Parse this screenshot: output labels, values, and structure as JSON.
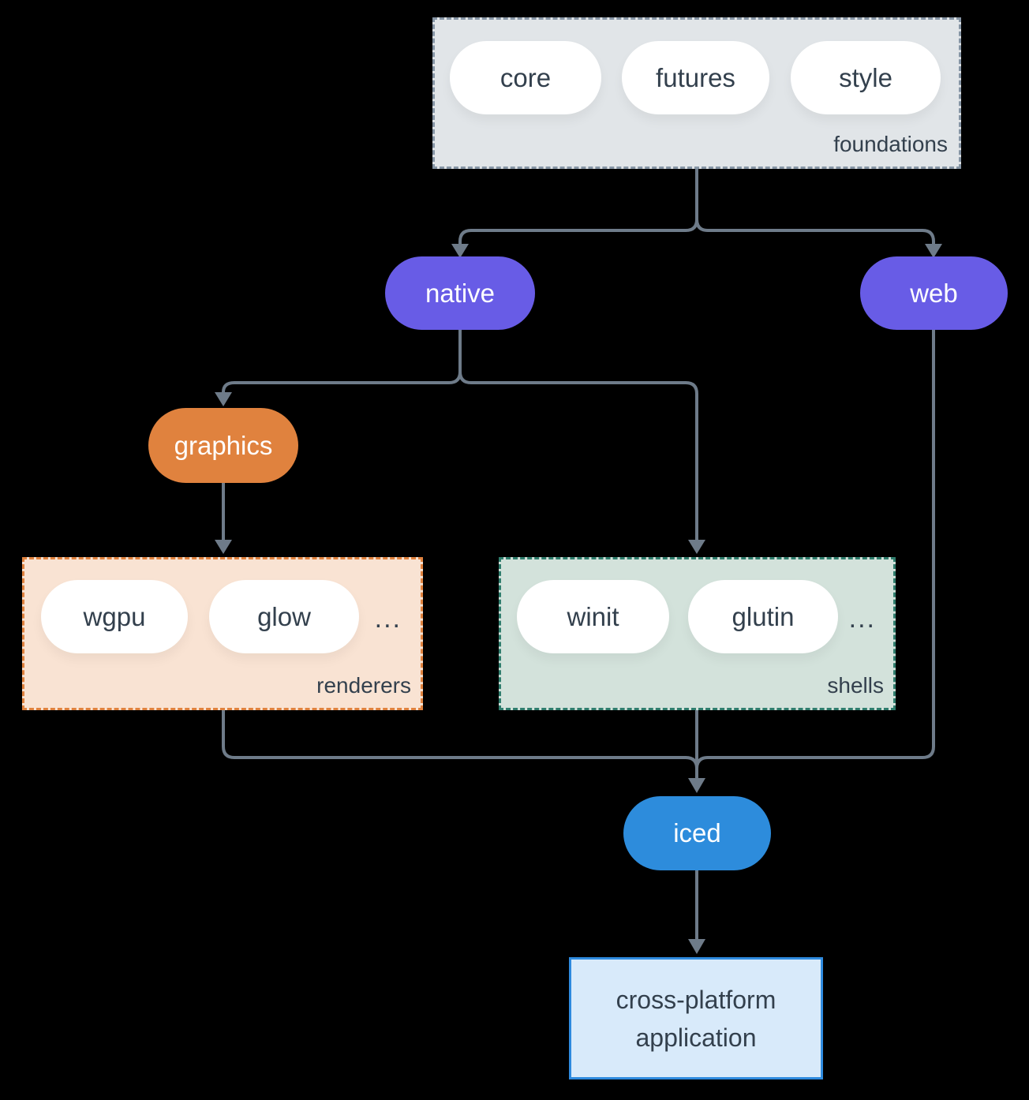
{
  "colors": {
    "background": "#000000",
    "line": "#6e7b89",
    "text-dark": "#33404d",
    "pill-white": "#ffffff",
    "purple": "#685ce6",
    "orange": "#e0823e",
    "blue": "#2d8cdc",
    "foundations-bg": "#e1e5e8",
    "foundations-border": "#8695a5",
    "renderers-bg": "#f9e3d3",
    "renderers-border": "#e0823e",
    "shells-bg": "#d3e2db",
    "shells-border": "#2f7d6d",
    "app-bg": "#d8eafa",
    "app-border": "#2e8ade"
  },
  "foundations": {
    "label": "foundations",
    "pills": [
      "core",
      "futures",
      "style"
    ]
  },
  "nodes": {
    "native": "native",
    "web": "web",
    "graphics": "graphics",
    "iced": "iced"
  },
  "renderers": {
    "label": "renderers",
    "pills": [
      "wgpu",
      "glow"
    ],
    "ellipsis": "..."
  },
  "shells": {
    "label": "shells",
    "pills": [
      "winit",
      "glutin"
    ],
    "ellipsis": "..."
  },
  "app": {
    "label": "cross-platform application"
  }
}
